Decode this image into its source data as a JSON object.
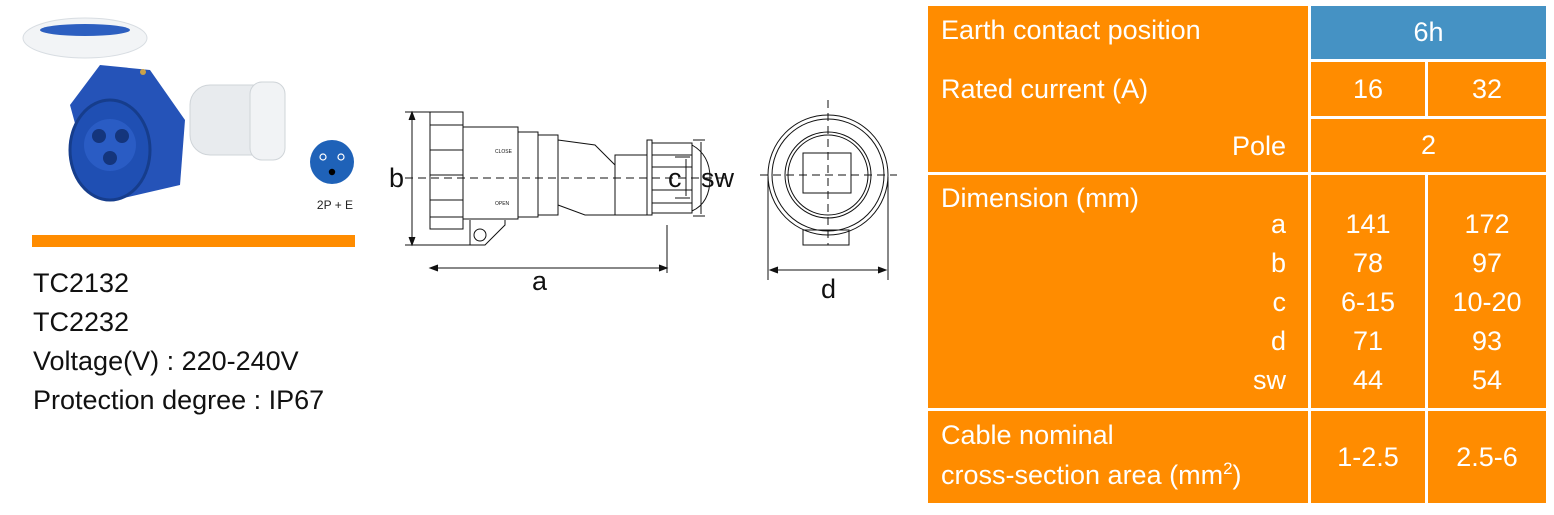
{
  "product": {
    "pin_config": "2P + E",
    "models": [
      "TC2132",
      "TC2232"
    ],
    "voltage": "Voltage(V) : 220-240V",
    "protection": "Protection degree : IP67"
  },
  "drawing": {
    "labels": {
      "a": "a",
      "b": "b",
      "c": "c",
      "sw": "sw",
      "d": "d"
    },
    "close_text": "CLOSE",
    "open_text": "OPEN"
  },
  "table": {
    "earth_label": "Earth contact position",
    "earth_value": "6h",
    "rated_label": "Rated current (A)",
    "rated_values": [
      "16",
      "32"
    ],
    "pole_label": "Pole",
    "pole_value": "2",
    "dimension_label": "Dimension (mm)",
    "dimension_keys": [
      "a",
      "b",
      "c",
      "d",
      "sw"
    ],
    "dimension_values_16": [
      "141",
      "78",
      "6-15",
      "71",
      "44"
    ],
    "dimension_values_32": [
      "172",
      "97",
      "10-20",
      "93",
      "54"
    ],
    "cable_label_line1": "Cable nominal",
    "cable_label_line2": "cross-section area (mm",
    "cable_label_sup": "2",
    "cable_label_end": ")",
    "cable_values": [
      "1-2.5",
      "2.5-6"
    ]
  },
  "colors": {
    "orange": "#ff8c00",
    "blue": "#4592c4",
    "socket_blue": "#1f56b5"
  }
}
